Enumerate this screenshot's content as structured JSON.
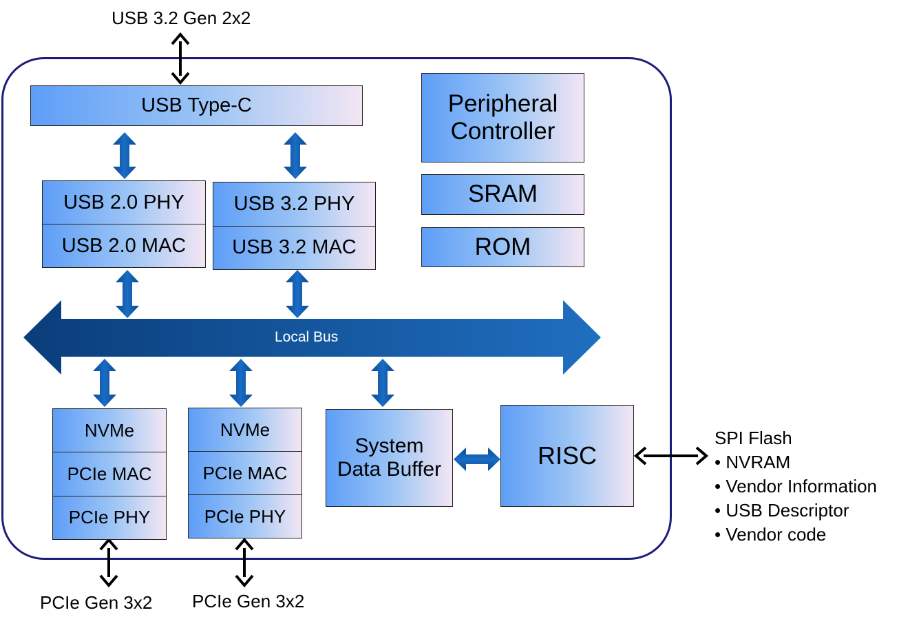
{
  "external": {
    "usb_top": "USB 3.2 Gen 2x2",
    "pcie_left": "PCIe Gen 3x2",
    "pcie_right": "PCIe Gen 3x2",
    "spi_title": "SPI Flash",
    "spi_items": [
      "• NVRAM",
      "• Vendor Information",
      "• USB Descriptor",
      "• Vendor code"
    ]
  },
  "blocks": {
    "usb_typec": "USB Type-C",
    "usb20_phy": "USB 2.0 PHY",
    "usb20_mac": "USB 2.0 MAC",
    "usb32_phy": "USB 3.2 PHY",
    "usb32_mac": "USB 3.2 MAC",
    "peripheral_line1": "Peripheral",
    "peripheral_line2": "Controller",
    "sram": "SRAM",
    "rom": "ROM",
    "local_bus": "Local Bus",
    "nvme_a": "NVMe",
    "pcie_mac_a": "PCIe MAC",
    "pcie_phy_a": "PCIe PHY",
    "nvme_b": "NVMe",
    "pcie_mac_b": "PCIe MAC",
    "pcie_phy_b": "PCIe PHY",
    "sdb_line1": "System",
    "sdb_line2": "Data Buffer",
    "risc": "RISC"
  },
  "colors": {
    "chip_border": "#1c1c7a",
    "block_gradient_start": "#5e9ef7",
    "block_gradient_end": "#f3e6f3",
    "bus_dark": "#0a3d7a",
    "bus_light": "#1f6fc0",
    "connector_arrow": "#0b5aa8"
  }
}
